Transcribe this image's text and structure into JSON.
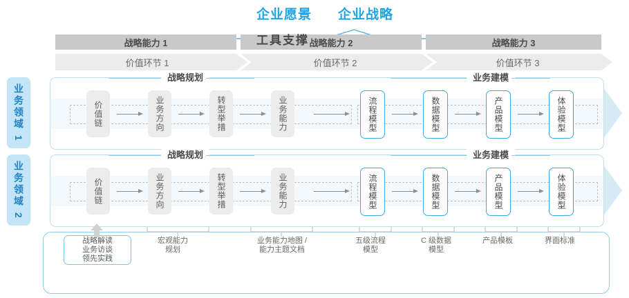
{
  "title": {
    "vision": "企业愿景",
    "strategy": "企业战略"
  },
  "capability_bands": [
    {
      "label": "战略能力 1"
    },
    {
      "label": "战略能力 2"
    },
    {
      "label": "战略能力 3"
    }
  ],
  "value_bands": [
    {
      "label": "价值环节 1"
    },
    {
      "label": "价值环节 2"
    },
    {
      "label": "价值环节 3"
    }
  ],
  "domains": [
    {
      "label": "业务领域 1"
    },
    {
      "label": "业务领域 2"
    }
  ],
  "sections": {
    "planning": "战略规划",
    "modeling": "业务建模"
  },
  "nodes": {
    "planning": [
      {
        "label": "价值链"
      },
      {
        "label": "业务方向"
      },
      {
        "label": "转型举措"
      },
      {
        "label": "业务能力"
      }
    ],
    "modeling": [
      {
        "label": "流程模型"
      },
      {
        "label": "数据模型"
      },
      {
        "label": "产品模型"
      },
      {
        "label": "体验模型"
      }
    ]
  },
  "tools": {
    "title": "工具支撑",
    "primary_box": "战略解读\n业务访谈\n领先实践",
    "notes": [
      {
        "label": "宏观能力\n规划"
      },
      {
        "label": "业务能力地图 /\n能力主题文档"
      },
      {
        "label": "五级流程\n模型"
      },
      {
        "label": "C 级数据\n模型"
      },
      {
        "label": "产品模板"
      },
      {
        "label": "界面标准"
      }
    ]
  },
  "colors": {
    "accent_blue": "#22a3e0",
    "box_blue": "#3aa9e0",
    "band_dark": "#c9c9c9",
    "band_light": "#ececec",
    "domain_bg": "#c3e5f7",
    "arrow_fill": "#d7ebf7"
  }
}
